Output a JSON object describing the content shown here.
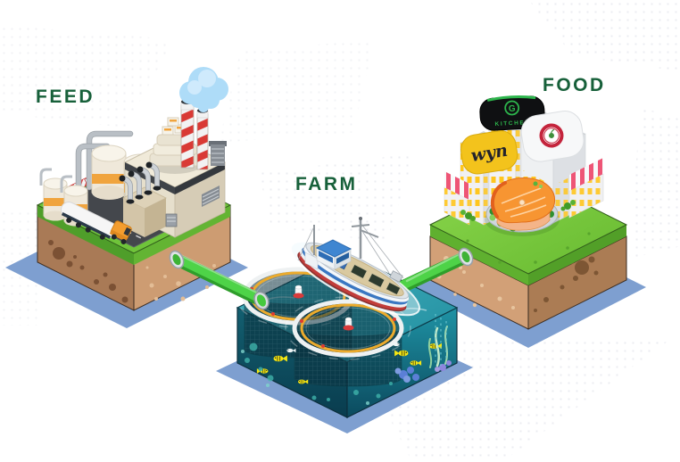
{
  "diagram": {
    "stages": [
      {
        "id": "feed",
        "label": "FEED"
      },
      {
        "id": "farm",
        "label": "FARM"
      },
      {
        "id": "food",
        "label": "FOOD"
      }
    ]
  },
  "food_signs": {
    "kitchen": {
      "logo_letter": "G",
      "text": "KITCHEN",
      "background": "#0f1012",
      "accent": "#2db54c"
    },
    "script_sign": {
      "text": "wyn",
      "background": "#f3c31c"
    },
    "roundel_sign": {
      "background": "#f7f8f9",
      "badge_color": "#c4243c"
    }
  },
  "palette": {
    "label_green": "#17603a",
    "pipe_green": "#4ed348",
    "grass_green": "#7ccb3d",
    "earth_light": "#d2a077",
    "earth_dark": "#ab7c54",
    "water_teal": "#1f93a5",
    "shadow_blue": "#7e9fd0",
    "smoke_blue": "#aedcf8",
    "chimney_red": "#d93a35",
    "silo_band_orange": "#f0a43e",
    "salmon_orange": "#f79532",
    "boat_blue": "#3a77c2",
    "fish_yellow": "#f6e713"
  },
  "icons": {
    "feed_scene": [
      "factory-icon",
      "silo-icon",
      "chimney-icon",
      "smoke-icon",
      "truck-icon"
    ],
    "farm_scene": [
      "fishing-boat-icon",
      "net-pen-icon",
      "fish-icon",
      "seaweed-icon",
      "coral-icon"
    ],
    "food_scene": [
      "restaurant-buildings-icon",
      "awning-icon",
      "salmon-plate-icon"
    ]
  }
}
